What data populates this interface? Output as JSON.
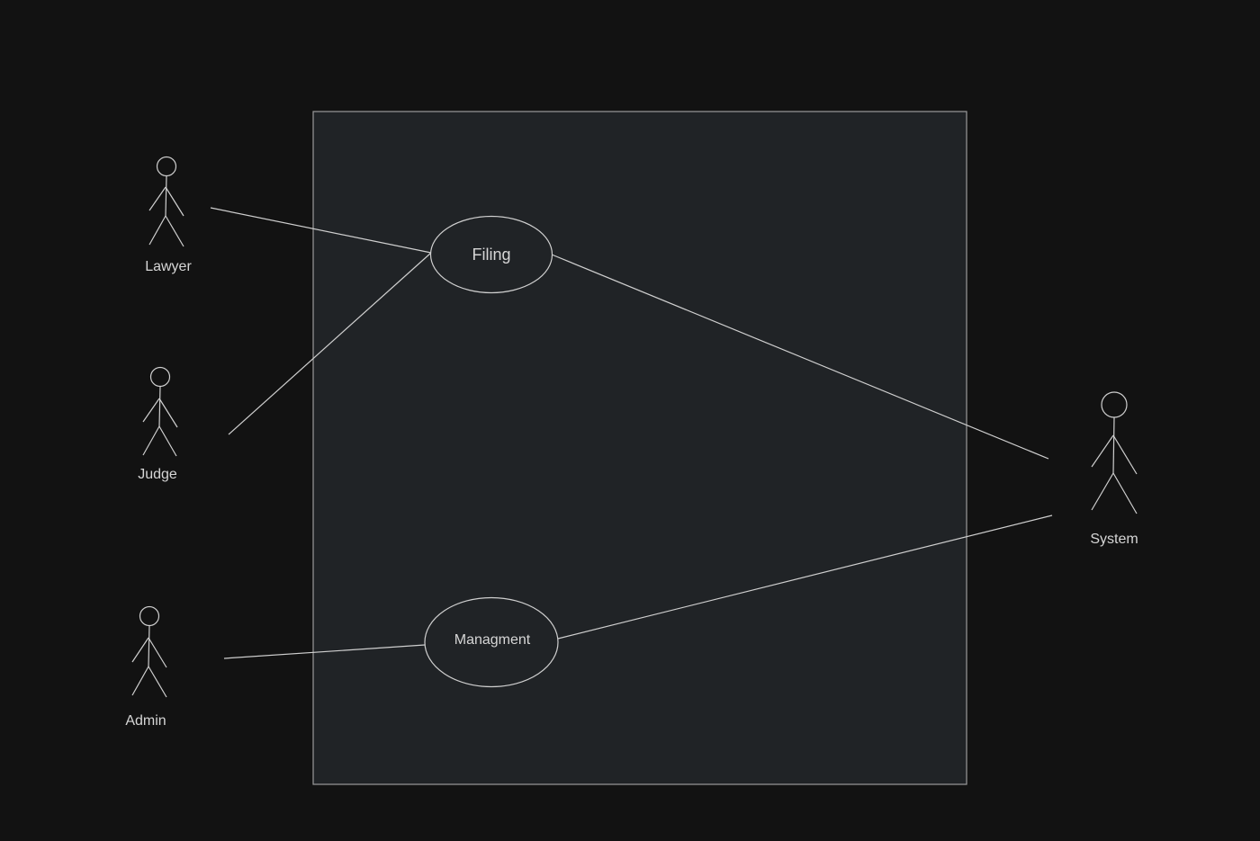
{
  "diagram": {
    "colors": {
      "background": "#121212",
      "system_boundary_fill": "#202326",
      "line": "#cfcfcf",
      "text": "#d6d6d6"
    },
    "actors": {
      "lawyer": "Lawyer",
      "judge": "Judge",
      "admin": "Admin",
      "system": "System"
    },
    "use_cases": {
      "filing": "Filing",
      "management": "Managment"
    }
  }
}
